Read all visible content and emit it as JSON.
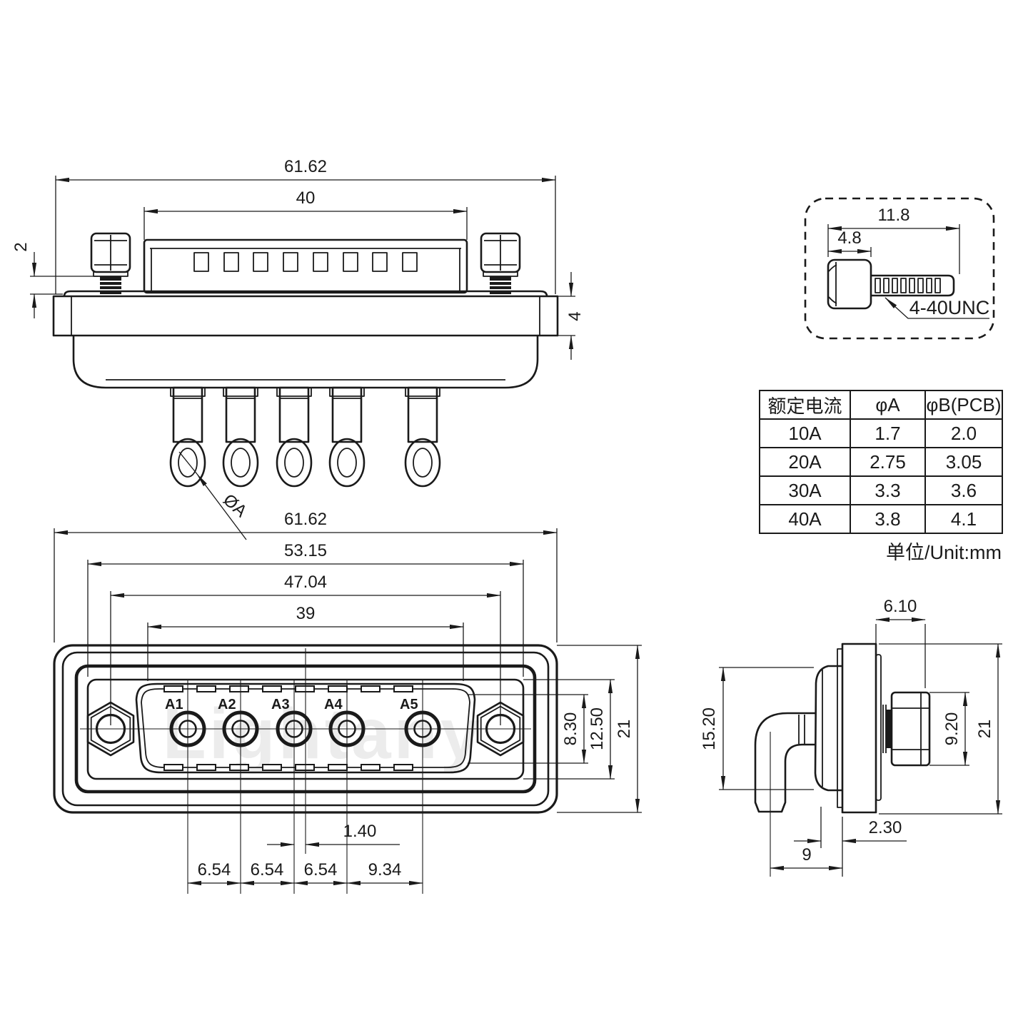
{
  "drawing": {
    "top_view": {
      "dim_width": "61.62",
      "dim_shell_width": "40",
      "dim_screw_standoff": "2",
      "dim_flange_thickness": "4",
      "dim_pin_diameter": "ØA"
    },
    "screw_detail": {
      "dim_total_length": "11.8",
      "dim_head_length": "4.8",
      "thread_spec": "4-40UNC"
    },
    "front_view": {
      "dim_width": "61.62",
      "dim_panel_width": "53.15",
      "dim_mount_pitch": "47.04",
      "dim_insert_width": "39",
      "dim_lip_height": "8.30",
      "dim_panel_height": "12.50",
      "dim_height": "21",
      "dim_center_offset": "1.40",
      "pin_pitches": [
        "6.54",
        "6.54",
        "6.54",
        "9.34"
      ],
      "pin_labels": [
        "A1",
        "A2",
        "A3",
        "A4",
        "A5"
      ]
    },
    "side_view": {
      "dim_nut_length": "6.10",
      "dim_shell_height": "15.20",
      "dim_nut_height": "9.20",
      "dim_height": "21",
      "dim_lip_offset": "2.30",
      "dim_pin_setback": "9"
    },
    "watermark": "Lightany"
  },
  "spec_table": {
    "headers": [
      "额定电流",
      "φA",
      "φB(PCB)"
    ],
    "rows": [
      [
        "10A",
        "1.7",
        "2.0"
      ],
      [
        "20A",
        "2.75",
        "3.05"
      ],
      [
        "30A",
        "3.3",
        "3.6"
      ],
      [
        "40A",
        "3.8",
        "4.1"
      ]
    ],
    "unit_note": "单位/Unit:mm"
  }
}
